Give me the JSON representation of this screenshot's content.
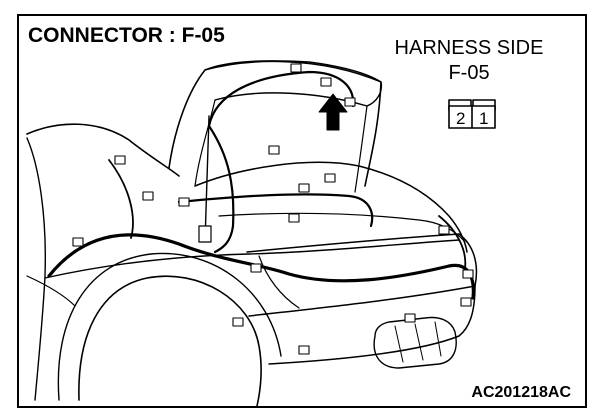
{
  "title": "CONNECTOR : F-05",
  "harness_side_label": "HARNESS SIDE",
  "connector_id": "F-05",
  "pins": [
    "2",
    "1"
  ],
  "figure_code": "AC201218AC",
  "colors": {
    "ink": "#000000",
    "background": "#ffffff"
  }
}
